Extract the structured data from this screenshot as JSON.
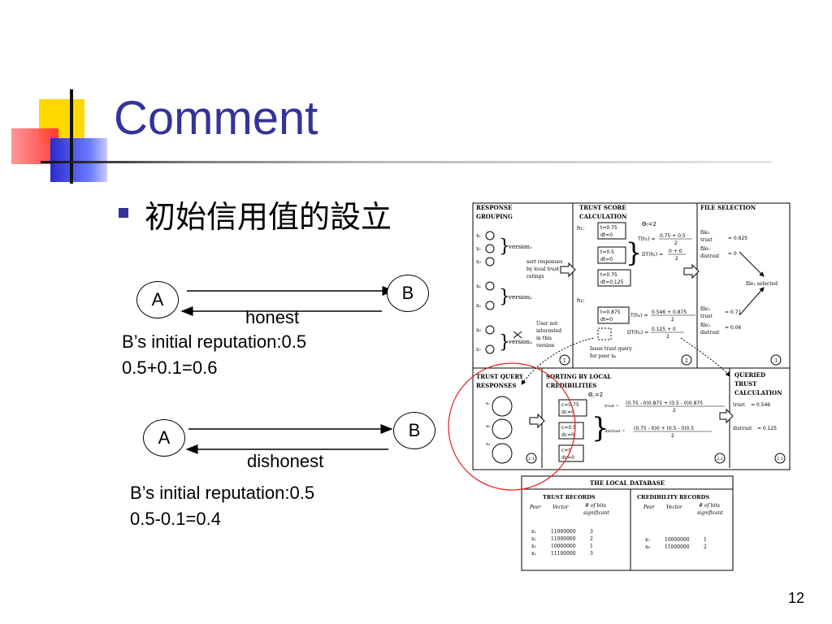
{
  "slide": {
    "title": "Comment",
    "bullet": "初始信用值的設立",
    "page_number": "12"
  },
  "diagram1": {
    "node_a": "A",
    "node_b": "B",
    "edge_label": "honest",
    "line1": "B’s initial reputation:0.5",
    "line2": "0.5+0.1=0.6"
  },
  "diagram2": {
    "node_a": "A",
    "node_b": "B",
    "edge_label": "dishonest",
    "line1": "B’s initial reputation:0.5",
    "line2": "0.5-0.1=0.4"
  },
  "figure": {
    "sec1": "RESPONSE",
    "sec1b": "GROUPING",
    "sec2": "TRUST SCORE",
    "sec2b": "CALCULATION",
    "sec3": "FILE SELECTION",
    "sec4": "TRUST QUERY",
    "sec4b": "RESPONSES",
    "sec5": "SORTING BY LOCAL",
    "sec5b": "CREDIBILITIES",
    "sec6": "QUERIED",
    "sec6b": "TRUST",
    "sec6c": "CALCULATION",
    "theta": "Θₜ=2",
    "theta2": "Θ꜀=2",
    "version1": "version₁",
    "version2": "version₂",
    "version3": "version₃",
    "sort_resp": "sort responses",
    "sort_resp2": "by local trust",
    "sort_resp3": "ratings",
    "not_interested": "User not",
    "not_interested2": "interested",
    "not_interested3": "in this",
    "not_interested4": "version",
    "h1": "h₁:",
    "h2": "h₂:",
    "box1a": "t=0.75",
    "box1b": "dt=0",
    "box2a": "t=0.5",
    "box2b": "dt=0",
    "box3a": "t=0.75",
    "box3b": "dt=0.125",
    "box4a": "t=0.875",
    "box4b": "dt=0",
    "t_h1": "T(h₁) =",
    "t_h1_num": "0.75 + 0.5",
    "den2": "2",
    "dt_h1": "DT(h₁) =",
    "dt_h1_num": "0 + 0",
    "t_h2": "T(h₂) =",
    "t_h2_num": "0.546 + 0.875",
    "dt_h2": "DT(h₂) =",
    "dt_h2_num": "0.125 + 0",
    "issue": "Issue trust query",
    "issue2": "for peer x₆",
    "file1": "file₁",
    "trust_w": "trust",
    "distrust_w": "distrust",
    "file1_trust": "= 0.625",
    "file1_distrust": "= 0",
    "selected": "file₁ selected",
    "file2": "file₂",
    "file2_trust": "= 0.71",
    "file2_distrust": "= 0.06",
    "c1a": "c=0.75",
    "c1b": "dc=0",
    "c2a": "c=0.5",
    "c2b": "dc=0",
    "c3a": "c=0",
    "c3b": "dc=0",
    "trust_eq": "trust =",
    "trust_num": "(0.75 - 0)0.875 + (0.5 - 0)0.875",
    "distrust_eq": "distrust =",
    "distrust_num": "(0.75 - 0)0 + (0.5 - 0)0.5",
    "q_trust": "trust",
    "q_trust_v": "= 0.546",
    "q_distrust": "distrust",
    "q_distrust_v": "= 0.125",
    "db_title": "THE LOCAL DATABASE",
    "trust_records": "TRUST RECORDS",
    "cred_records": "CREDIBILITY RECORDS",
    "col_peer": "Peer",
    "col_vector": "Vector",
    "col_bits": "# of bits",
    "col_bits2": "significant",
    "trust_rows": [
      {
        "peer": "x₁",
        "vector": "11000000",
        "bits": "3"
      },
      {
        "peer": "x₂",
        "vector": "11000000",
        "bits": "2"
      },
      {
        "peer": "x₃",
        "vector": "10000000",
        "bits": "1"
      },
      {
        "peer": "x₅",
        "vector": "11100000",
        "bits": "3"
      }
    ],
    "cred_rows": [
      {
        "peer": "x₇",
        "vector": "10000000",
        "bits": "1"
      },
      {
        "peer": "x₈",
        "vector": "11000000",
        "bits": "2"
      }
    ],
    "step1": "1",
    "step2": "2",
    "step3": "3",
    "step21": "2.1",
    "step22": "2.2",
    "step23": "2.3"
  },
  "colors": {
    "title": "#333399",
    "highlight_circle": "#e02020"
  }
}
